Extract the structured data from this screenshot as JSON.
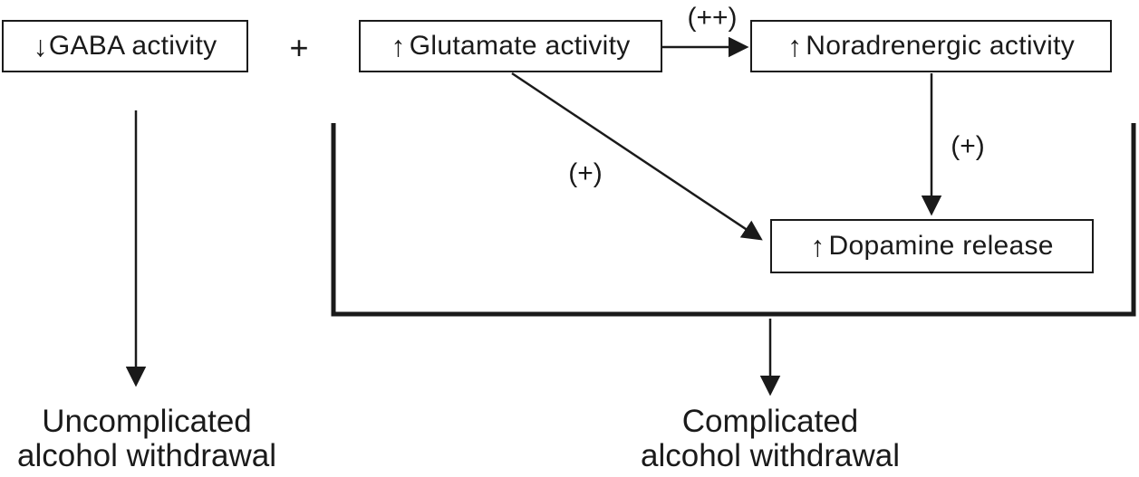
{
  "diagram": {
    "title_implied": "",
    "colors": {
      "ink": "#1a1a1a",
      "background": "#ffffff"
    },
    "boxes": {
      "gaba": {
        "glyph": "↓",
        "label": "GABA activity"
      },
      "glutamate": {
        "glyph": "↑",
        "label": "Glutamate activity"
      },
      "noradrenergic": {
        "glyph": "↑",
        "label": "Noradrenergic activity"
      },
      "dopamine": {
        "glyph": "↑",
        "label": "Dopamine release"
      }
    },
    "operators": {
      "plus": "+"
    },
    "edge_labels": {
      "glutamate_to_noradrenergic": "(++)",
      "glutamate_to_dopamine": "(+)",
      "noradrenergic_to_dopamine": "(+)"
    },
    "outcomes": {
      "uncomplicated": {
        "line1": "Uncomplicated",
        "line2": "alcohol withdrawal"
      },
      "complicated": {
        "line1": "Complicated",
        "line2": "alcohol withdrawal"
      }
    }
  }
}
